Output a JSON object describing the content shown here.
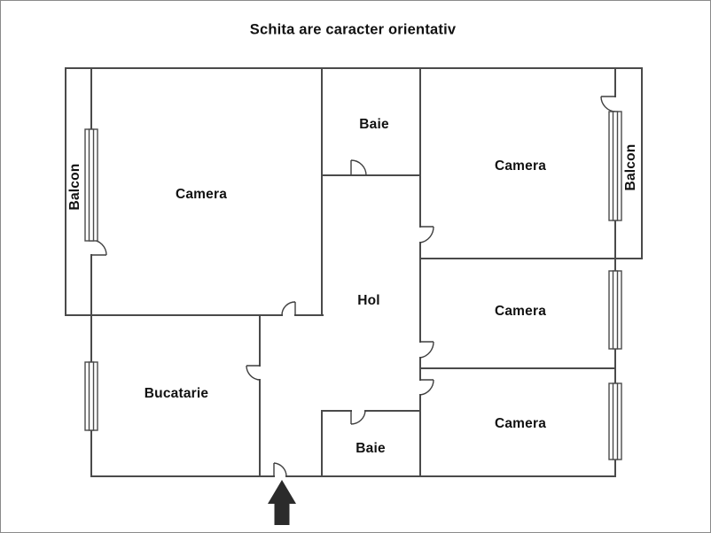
{
  "title": "Schita are caracter orientativ",
  "rooms": [
    {
      "id": "balcon-left",
      "label": "Balcon"
    },
    {
      "id": "camera-top-left",
      "label": "Camera"
    },
    {
      "id": "baie-top",
      "label": "Baie"
    },
    {
      "id": "camera-top-right",
      "label": "Camera"
    },
    {
      "id": "balcon-right",
      "label": "Balcon"
    },
    {
      "id": "hol",
      "label": "Hol"
    },
    {
      "id": "camera-middle-right",
      "label": "Camera"
    },
    {
      "id": "bucatarie",
      "label": "Bucatarie"
    },
    {
      "id": "baie-bottom",
      "label": "Baie"
    },
    {
      "id": "camera-bottom-right",
      "label": "Camera"
    }
  ],
  "icons": {
    "entrance_arrow": "arrow-up-icon"
  },
  "colors": {
    "wall": "#4a4a4a",
    "door": "#3f3f3f",
    "text": "#111111",
    "arrow": "#2b2b2b",
    "frame": "#8a8a8a",
    "bg": "#ffffff"
  }
}
